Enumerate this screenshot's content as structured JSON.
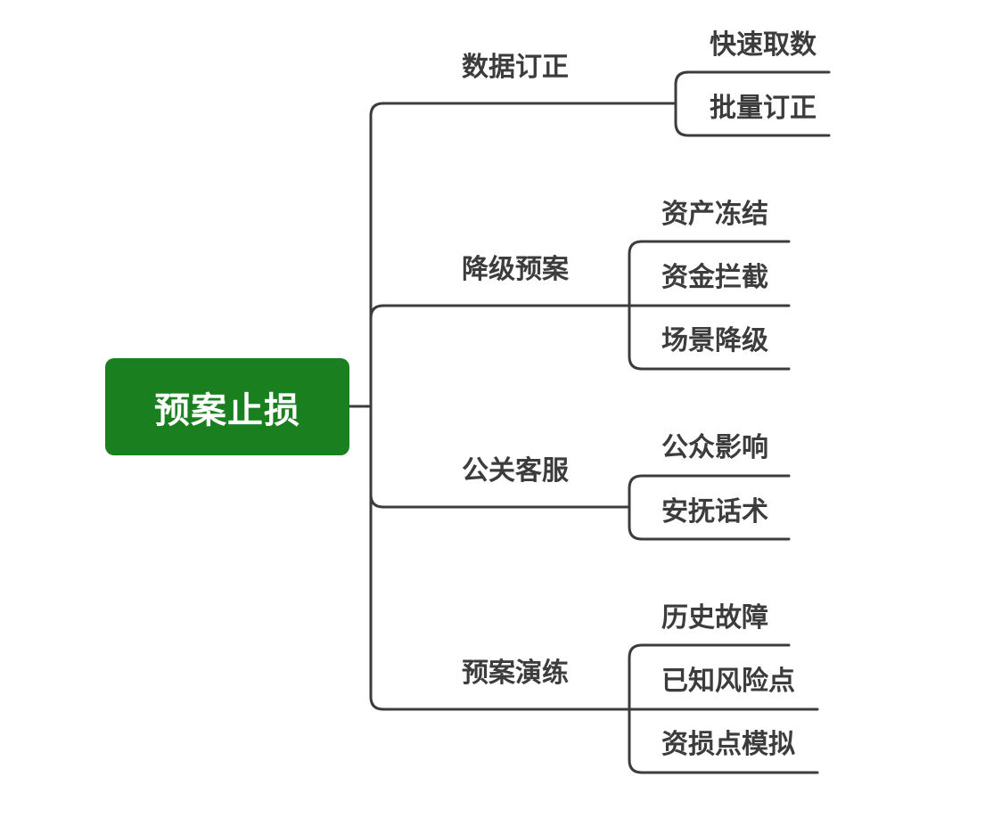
{
  "root": {
    "label": "预案止损",
    "color": "#1a7f1f"
  },
  "branches": [
    {
      "label": "数据订正",
      "children": [
        "快速取数",
        "批量订正"
      ]
    },
    {
      "label": "降级预案",
      "children": [
        "资产冻结",
        "资金拦截",
        "场景降级"
      ]
    },
    {
      "label": "公关客服",
      "children": [
        "公众影响",
        "安抚话术"
      ]
    },
    {
      "label": "预案演练",
      "children": [
        "历史故障",
        "已知风险点",
        "资损点模拟"
      ]
    }
  ],
  "line_color": "#3c3c3c"
}
